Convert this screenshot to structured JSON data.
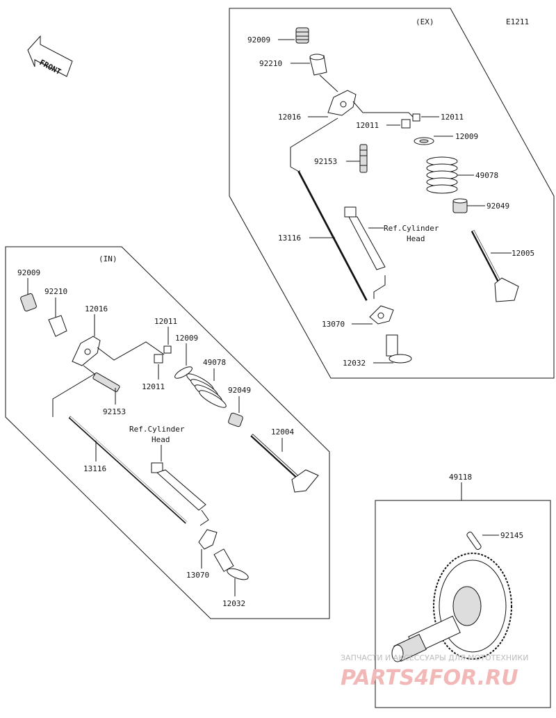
{
  "diagram_code": "E1211",
  "front_label": "FRONT",
  "ex_group": {
    "label": "(EX)",
    "parts": {
      "p92009": "92009",
      "p92210": "92210",
      "p12016": "12016",
      "p12011a": "12011",
      "p12011b": "12011",
      "p12009": "12009",
      "p92153": "92153",
      "p49078": "49078",
      "p92049": "92049",
      "p13116": "13116",
      "p12005": "12005",
      "p13070": "13070",
      "p12032": "12032"
    },
    "ref_line1": "Ref.Cylinder",
    "ref_line2": "Head"
  },
  "in_group": {
    "label": "(IN)",
    "parts": {
      "p92009": "92009",
      "p92210": "92210",
      "p12016": "12016",
      "p12011a": "12011",
      "p12009": "12009",
      "p12011b": "12011",
      "p49078": "49078",
      "p92049": "92049",
      "p92153": "92153",
      "p12004": "12004",
      "p13116": "13116",
      "p13070": "13070",
      "p12032": "12032"
    },
    "ref_line1": "Ref.Cylinder",
    "ref_line2": "Head"
  },
  "cam_group": {
    "p49118": "49118",
    "p92145": "92145"
  },
  "watermark": {
    "line1": "ЗАПЧАСТИ И АКСЕССУАРЫ ДЛЯ МОТОТЕХНИКИ",
    "line2": "PARTS4FOR.RU"
  }
}
